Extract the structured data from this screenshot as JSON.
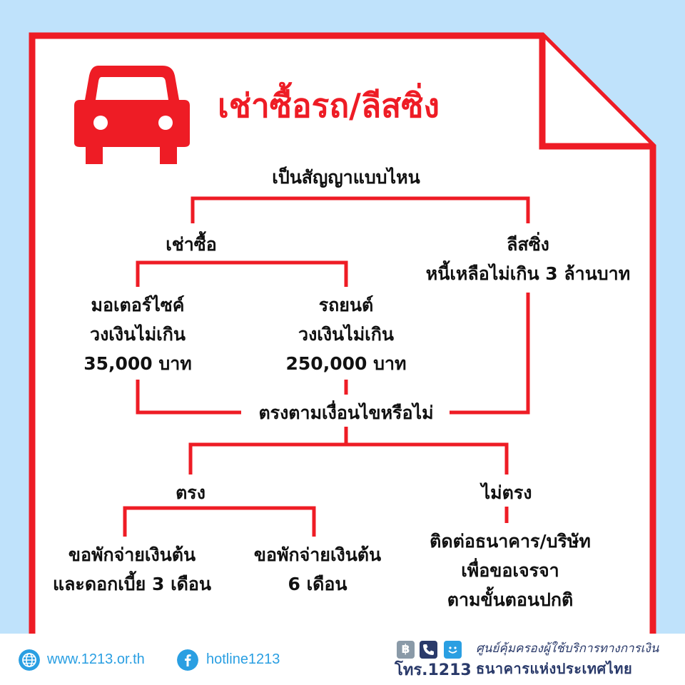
{
  "title": "เช่าซื้อรถ/ลีสซิ่ง",
  "colors": {
    "accent": "#ee1c25",
    "background": "#bfe2fb",
    "footer_text": "#2a9fe2",
    "brand": "#2a3a6a"
  },
  "icons": {
    "title_icon": "car-icon",
    "web_icon": "globe-icon",
    "social_icon": "facebook-icon"
  },
  "flow": {
    "question1": "เป็นสัญญาแบบไหน",
    "hire_purchase": "เช่าซื้อ",
    "leasing": {
      "line1": "ลีสซิ่ง",
      "line2": "หนี้เหลือไม่เกิน 3 ล้านบาท"
    },
    "motorcycle": {
      "line1": "มอเตอร์ไซค์",
      "line2": "วงเงินไม่เกิน",
      "line3": "35,000 บาท"
    },
    "car": {
      "line1": "รถยนต์",
      "line2": "วงเงินไม่เกิน",
      "line3": "250,000 บาท"
    },
    "question2": "ตรงตามเงื่อนไขหรือไม่",
    "yes": "ตรง",
    "no": "ไม่ตรง",
    "option_a": {
      "line1": "ขอพักจ่ายเงินต้น",
      "line2": "และดอกเบี้ย 3 เดือน"
    },
    "option_b": {
      "line1": "ขอพักจ่ายเงินต้น",
      "line2": "6 เดือน"
    },
    "contact": {
      "line1": "ติดต่อธนาคาร/บริษัท",
      "line2": "เพื่อขอเจรจา",
      "line3": "ตามขั้นตอนปกติ"
    }
  },
  "footer": {
    "website": "www.1213.or.th",
    "facebook": "hotline1213",
    "logo_text": "โทร.1213",
    "org_line1": "ศูนย์คุ้มครองผู้ใช้บริการทางการเงิน",
    "org_line2": "ธนาคารแห่งประเทศไทย"
  }
}
